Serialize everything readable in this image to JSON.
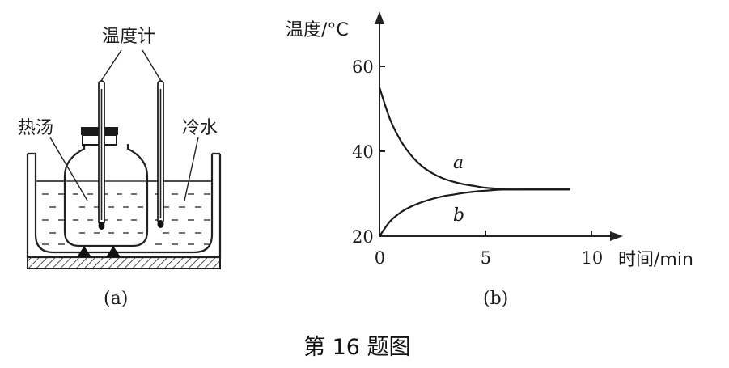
{
  "figure_a": {
    "thermometer_label": "温度计",
    "hot_soup_label": "热汤",
    "cold_water_label": "冷水",
    "panel_label": "(a)"
  },
  "figure_b": {
    "panel_label": "(b)",
    "curve_a_label": "a",
    "curve_b_label": "b"
  },
  "caption": "第 16 题图",
  "chart_data": {
    "type": "line",
    "title": "",
    "ylabel": "温度/°C",
    "xlabel": "时间/min",
    "x_ticks": [
      0,
      5,
      10
    ],
    "y_ticks": [
      20,
      40,
      60
    ],
    "series": [
      {
        "name": "a",
        "x": [
          0,
          0.5,
          1,
          1.5,
          2,
          2.5,
          3,
          3.5,
          4,
          4.5,
          5,
          5.5,
          6,
          7,
          8,
          9
        ],
        "y": [
          55,
          47.5,
          42.5,
          39,
          36.5,
          34.8,
          33.6,
          32.8,
          32.2,
          31.8,
          31.4,
          31.2,
          31,
          31,
          31,
          31
        ]
      },
      {
        "name": "b",
        "x": [
          0,
          0.5,
          1,
          1.5,
          2,
          2.5,
          3,
          3.5,
          4,
          4.5,
          5,
          5.5,
          6,
          7,
          8,
          9
        ],
        "y": [
          20,
          23.5,
          25.6,
          27,
          28,
          28.8,
          29.4,
          29.8,
          30.2,
          30.5,
          30.7,
          30.9,
          31,
          31,
          31,
          31
        ]
      }
    ]
  }
}
